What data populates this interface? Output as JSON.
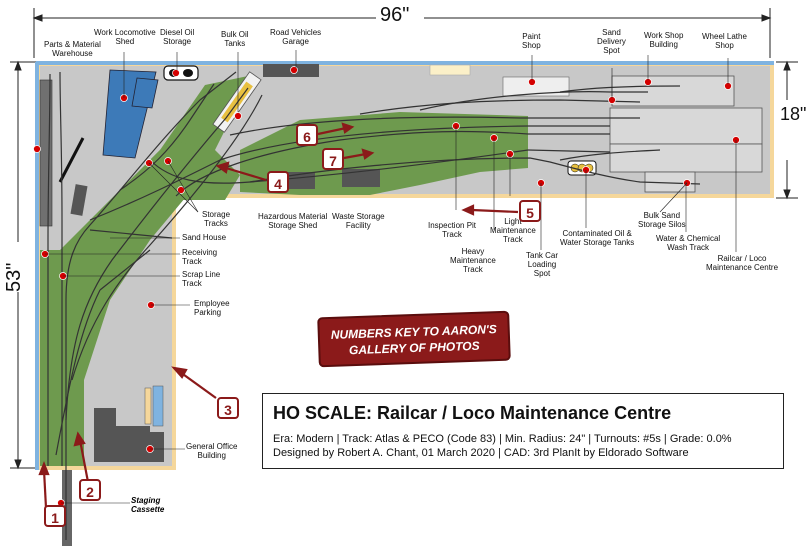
{
  "dimensions": {
    "width": "96\"",
    "height": "53\"",
    "right": "18\""
  },
  "labels": {
    "parts_warehouse": "Parts & Material\nWarehouse",
    "work_loco_shed": "Work Locomotive\nShed",
    "diesel_oil": "Diesel Oil\nStorage",
    "bulk_oil": "Bulk Oil\nTanks",
    "road_vehicles": "Road Vehicles\nGarage",
    "paint_shop": "Paint\nShop",
    "sand_delivery": "Sand\nDelivery\nSpot",
    "work_shop": "Work Shop\nBuilding",
    "wheel_lathe": "Wheel Lathe\nShop",
    "storage_tracks": "Storage\nTracks",
    "sand_house": "Sand House",
    "hazardous": "Hazardous Material\nStorage Shed",
    "waste_storage": "Waste Storage\nFacility",
    "inspection_pit": "Inspection Pit\nTrack",
    "light_maint": "Light\nMaintenance\nTrack",
    "heavy_maint": "Heavy\nMaintenance\nTrack",
    "tank_car": "Tank Car\nLoading\nSpot",
    "contaminated": "Contaminated Oil &\nWater Storage Tanks",
    "bulk_sand": "Bulk Sand\nStorage Silos",
    "water_chem": "Water & Chemical\nWash Track",
    "railcar_loco": "Railcar / Loco\nMaintenance Centre",
    "receiving": "Receiving\nTrack",
    "scrap_line": "Scrap Line\nTrack",
    "employee_parking": "Employee\nParking",
    "general_office": "General Office\nBuilding",
    "staging": "Staging\nCassette"
  },
  "numbers": [
    "1",
    "2",
    "3",
    "4",
    "5",
    "6",
    "7"
  ],
  "key_text": "NUMBERS KEY TO AARON'S\nGALLERY OF PHOTOS",
  "title": {
    "main": "HO SCALE: Railcar / Loco Maintenance Centre",
    "line1": "Era: Modern | Track: Atlas & PECO (Code 83) | Min. Radius: 24\" | Turnouts: #5s | Grade: 0.0%",
    "line2": "Designed by Robert A. Chant, 01 March 2020 | CAD: 3rd PlanIt by Eldorado Software"
  },
  "colors": {
    "grass": "#6e9a4e",
    "ground": "#c8c8c8",
    "fascia": "#f5d79b",
    "backdrop": "#7fb3e0",
    "marker": "#d40000",
    "accent": "#8b1a1a",
    "loco_shed": "#3d7ab8"
  }
}
